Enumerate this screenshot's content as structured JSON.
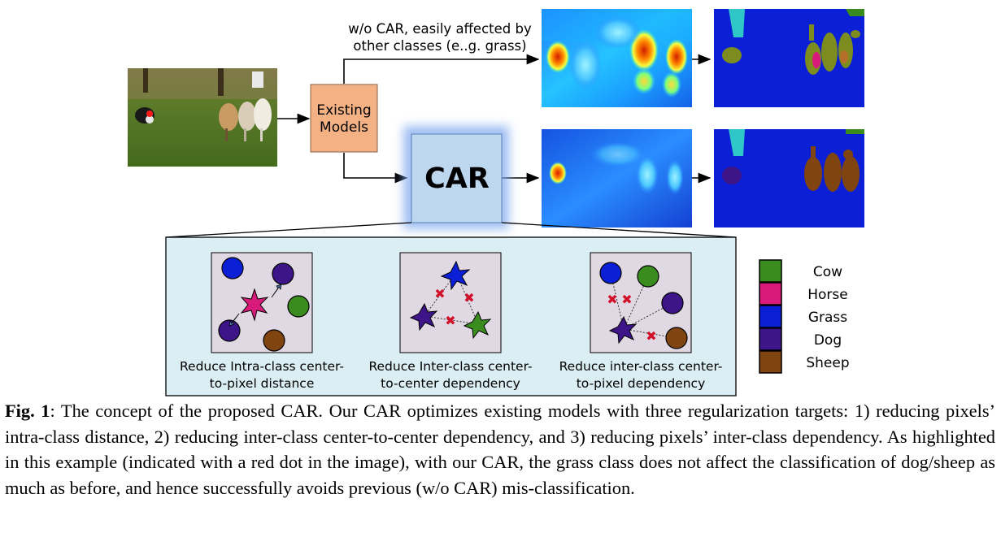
{
  "figure": {
    "wo_car_label_line1": "w/o CAR, easily affected by",
    "wo_car_label_line2": "other classes (e..g. grass)",
    "existing_models_line1": "Existing",
    "existing_models_line2": "Models",
    "car_label": "CAR",
    "panels": [
      {
        "line1": "Reduce Intra-class center-",
        "line2": "to-pixel distance"
      },
      {
        "line1": "Reduce Inter-class center-",
        "line2": "to-center dependency"
      },
      {
        "line1": "Reduce inter-class center-",
        "line2": "to-pixel dependency"
      }
    ],
    "legend": [
      {
        "label": "Cow",
        "color": "#3a8c1f"
      },
      {
        "label": "Horse",
        "color": "#d81b7a"
      },
      {
        "label": "Grass",
        "color": "#0a1fd6"
      },
      {
        "label": "Dog",
        "color": "#3e1489"
      },
      {
        "label": "Sheep",
        "color": "#7f4410"
      }
    ]
  },
  "caption": {
    "label": "Fig. 1",
    "text": ": The concept of the proposed CAR. Our CAR optimizes existing models with three regularization targets: 1) reducing pixels’ intra-class distance, 2) reducing inter-class center-to-center dependency, and 3) reducing pixels’ inter-class dependency. As highlighted in this example (indicated with a red dot in the image), with our CAR, the grass class does not affect the classification of dog/sheep as much as before, and hence successfully avoids previous (w/o CAR) mis-classification."
  }
}
